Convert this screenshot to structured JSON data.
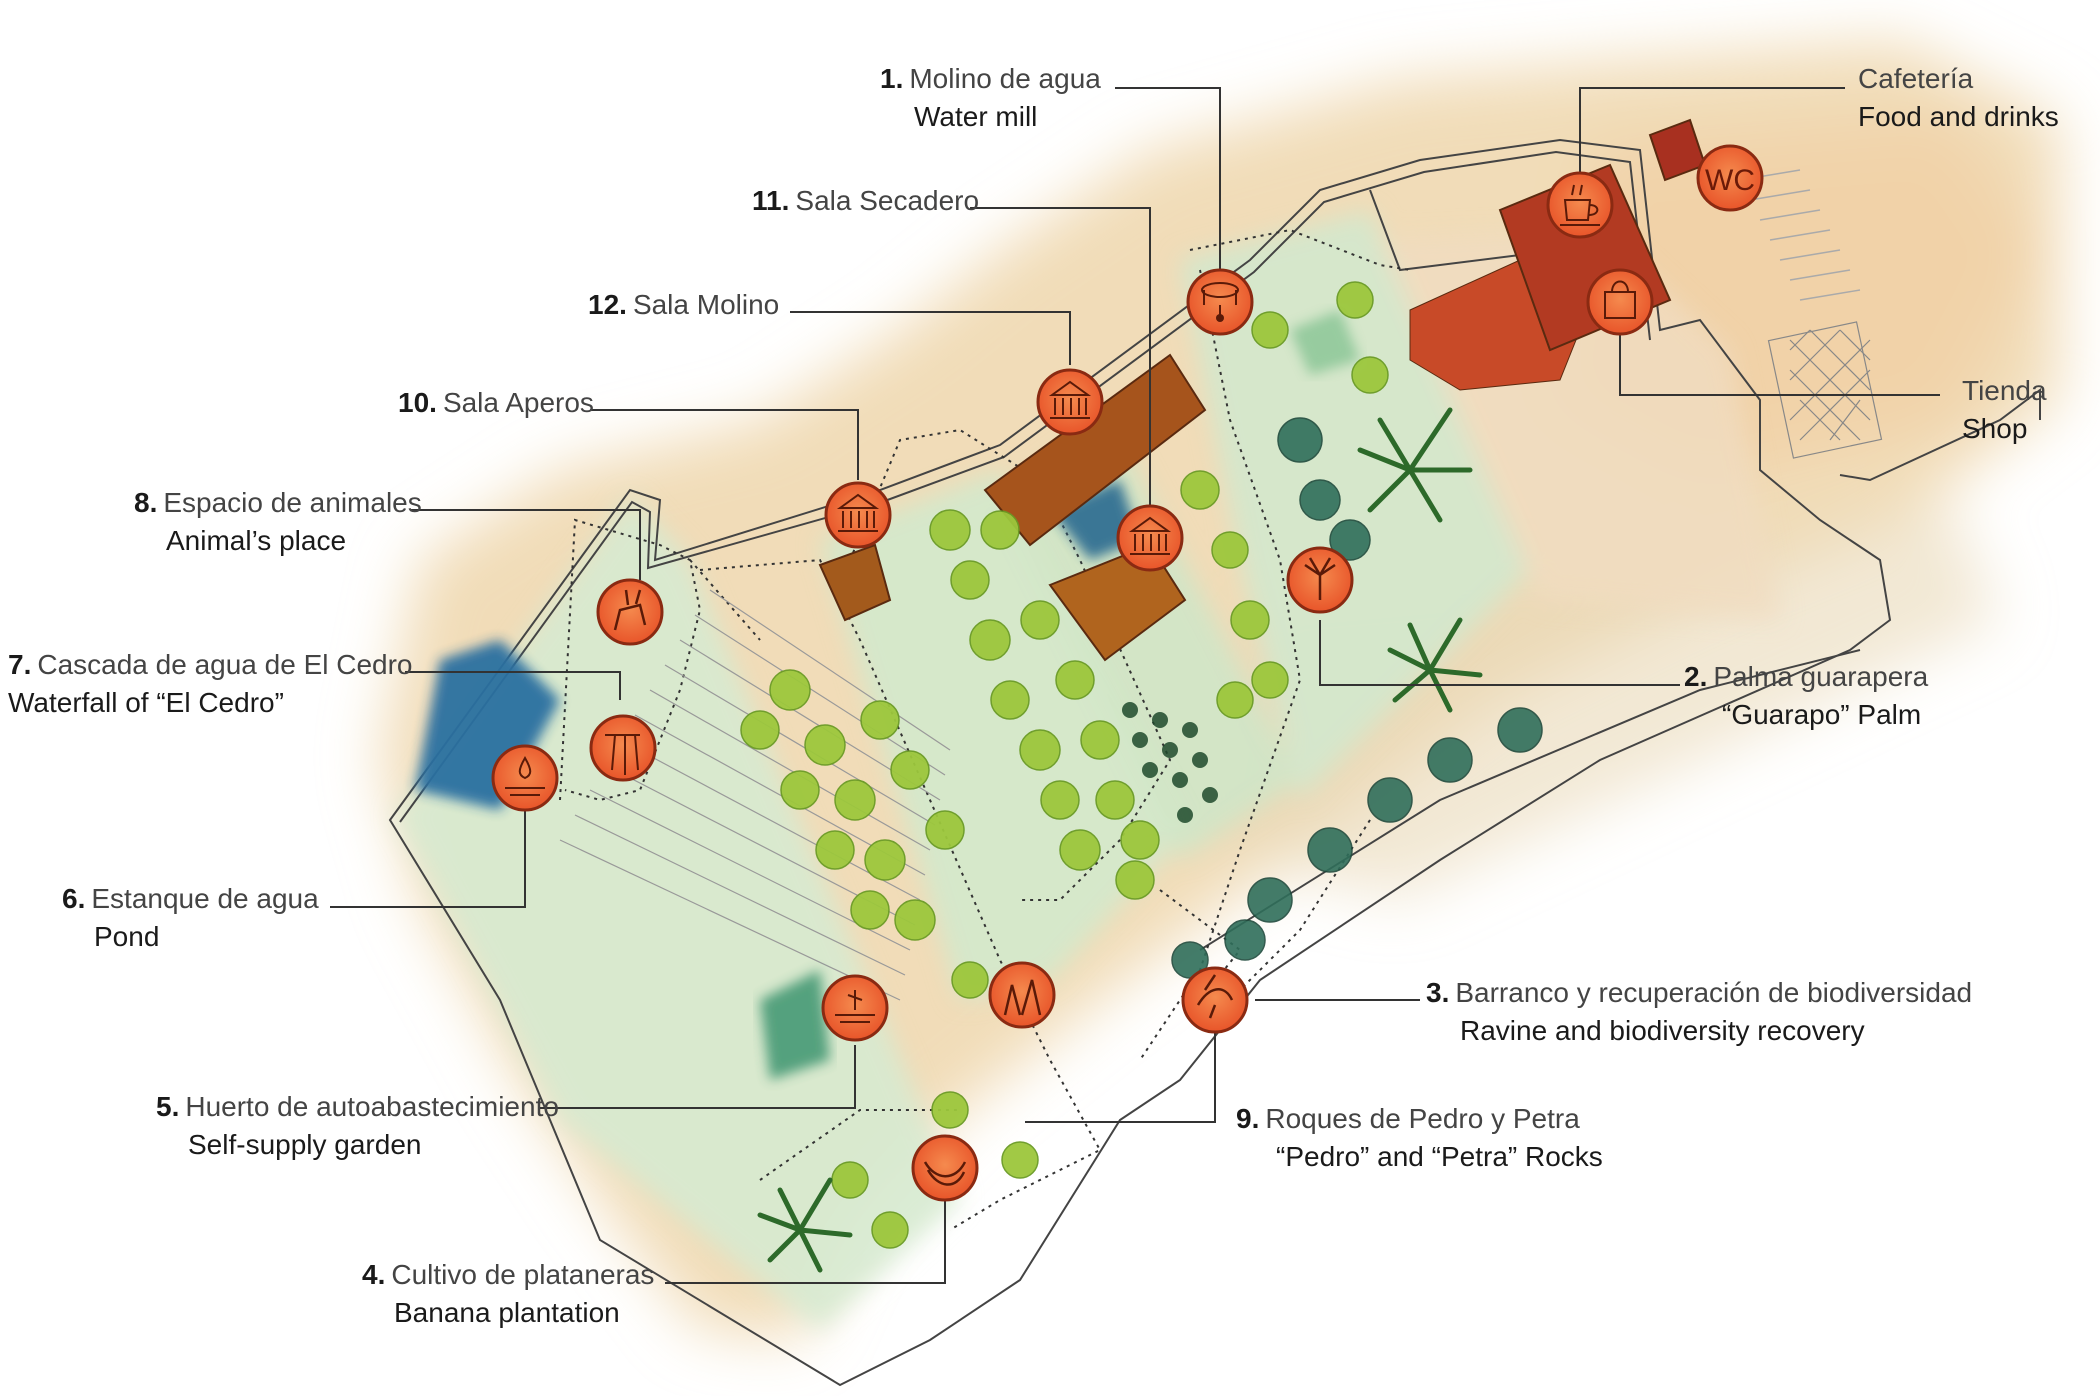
{
  "labels": {
    "molino": {
      "num": "1.",
      "es": "Molino de agua",
      "en": "Water mill"
    },
    "palma": {
      "num": "2.",
      "es": "Palma guarapera",
      "en": "“Guarapo” Palm"
    },
    "barranco": {
      "num": "3.",
      "es": "Barranco y recuperación de biodiversidad",
      "en": "Ravine and biodiversity recovery"
    },
    "plataneras": {
      "num": "4.",
      "es": "Cultivo de plataneras",
      "en": "Banana plantation"
    },
    "huerto": {
      "num": "5.",
      "es": "Huerto de autoabastecimiento",
      "en": "Self-supply garden"
    },
    "estanque": {
      "num": "6.",
      "es": "Estanque de agua",
      "en": "Pond"
    },
    "cascada": {
      "num": "7.",
      "es": "Cascada de agua de El Cedro",
      "en": "Waterfall of “El Cedro”"
    },
    "animales": {
      "num": "8.",
      "es": "Espacio de animales",
      "en": "Animal’s place"
    },
    "roques": {
      "num": "9.",
      "es": "Roques de Pedro y Petra",
      "en": "“Pedro” and “Petra” Rocks"
    },
    "aperos": {
      "num": "10.",
      "es": "Sala Aperos"
    },
    "secadero": {
      "num": "11.",
      "es": "Sala Secadero"
    },
    "sala_molino": {
      "num": "12.",
      "es": "Sala Molino"
    },
    "cafeteria": {
      "es": "Cafetería",
      "en": "Food and drinks"
    },
    "tienda": {
      "es": "Tienda",
      "en": "Shop"
    }
  },
  "markers": {
    "wc_text": "WC"
  },
  "colors": {
    "marker_fill": "#f0693a",
    "marker_stroke": "#8a2a12",
    "building_red": "#c24a2a",
    "building_brown": "#a4541c",
    "water": "#2a6fa0",
    "grass": "#d8ead0",
    "tree": "#9cc73c",
    "terrain": "#efd9b2"
  }
}
